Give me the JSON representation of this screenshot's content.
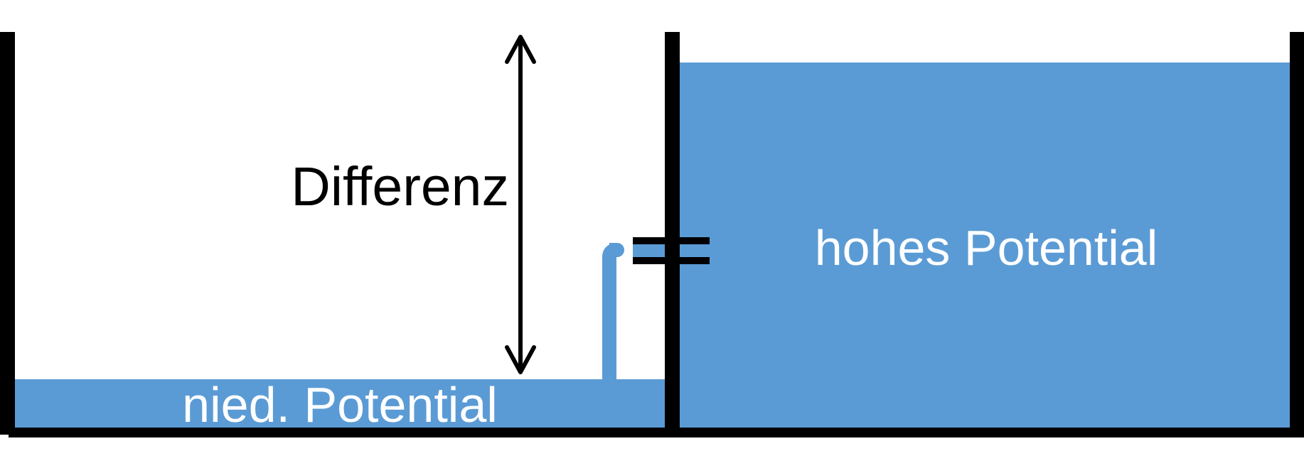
{
  "labels": {
    "difference": "Differenz",
    "high_potential": "hohes Potential",
    "low_potential": "nied. Potential"
  },
  "colors": {
    "water": "#5B9BD5",
    "walls": "#000000",
    "arrow": "#000000",
    "difference_text": "#000000",
    "potential_text": "#ffffff",
    "background": "#ffffff"
  }
}
